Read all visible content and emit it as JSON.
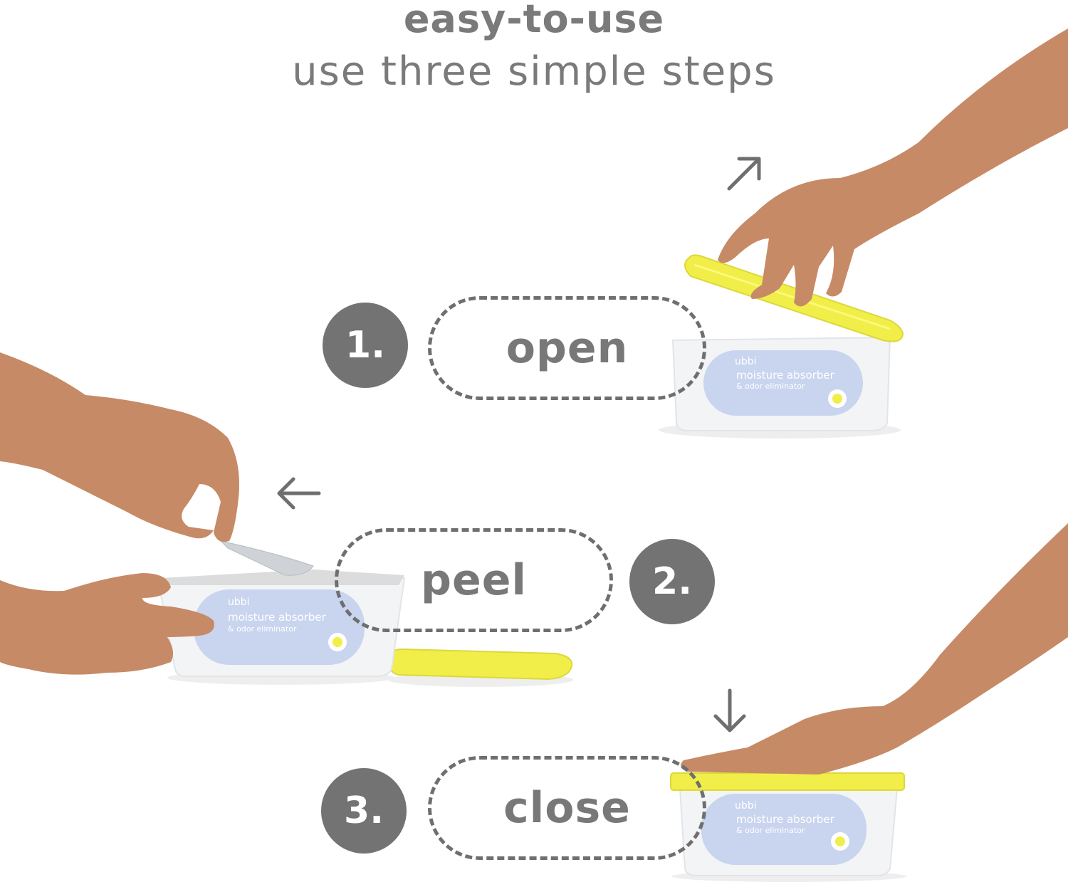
{
  "header": {
    "title": "easy-to-use",
    "subtitle": "use three simple steps"
  },
  "steps": [
    {
      "number": "1.",
      "label": "open"
    },
    {
      "number": "2.",
      "label": "peel"
    },
    {
      "number": "3.",
      "label": "close"
    }
  ],
  "product": {
    "brand": "ubbi",
    "name": "moisture absorber",
    "tagline": "& odor eliminator"
  },
  "colors": {
    "lid_yellow": "#f1ee4a",
    "label_blue": "#c9d4ef",
    "circle_gray": "#737373",
    "skin": "#c68a66"
  },
  "icons": {
    "step1_arrow": "arrow-up-right-icon",
    "step2_arrow": "arrow-left-icon",
    "step3_arrow": "arrow-down-icon"
  }
}
